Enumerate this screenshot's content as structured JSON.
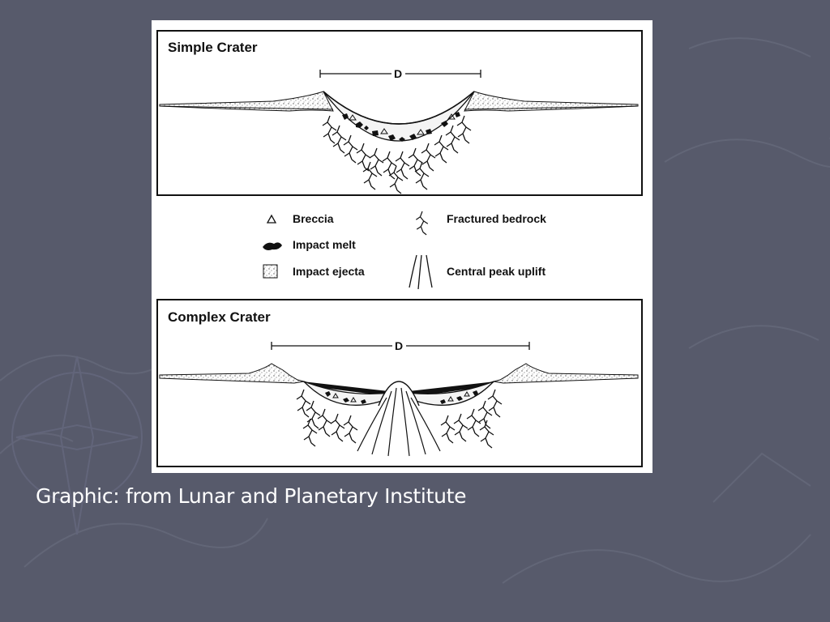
{
  "slide": {
    "background_color": "#575a6b",
    "caption": "Graphic: from Lunar and Planetary Institute"
  },
  "figure": {
    "simple_title": "Simple Crater",
    "complex_title": "Complex Crater",
    "diameter_label_simple": "D",
    "diameter_label_complex": "D",
    "legend": {
      "breccia": "Breccia",
      "impact_melt": "Impact melt",
      "impact_ejecta": "Impact ejecta",
      "fractured_bedrock": "Fractured bedrock",
      "central_peak_uplift": "Central peak uplift"
    }
  }
}
